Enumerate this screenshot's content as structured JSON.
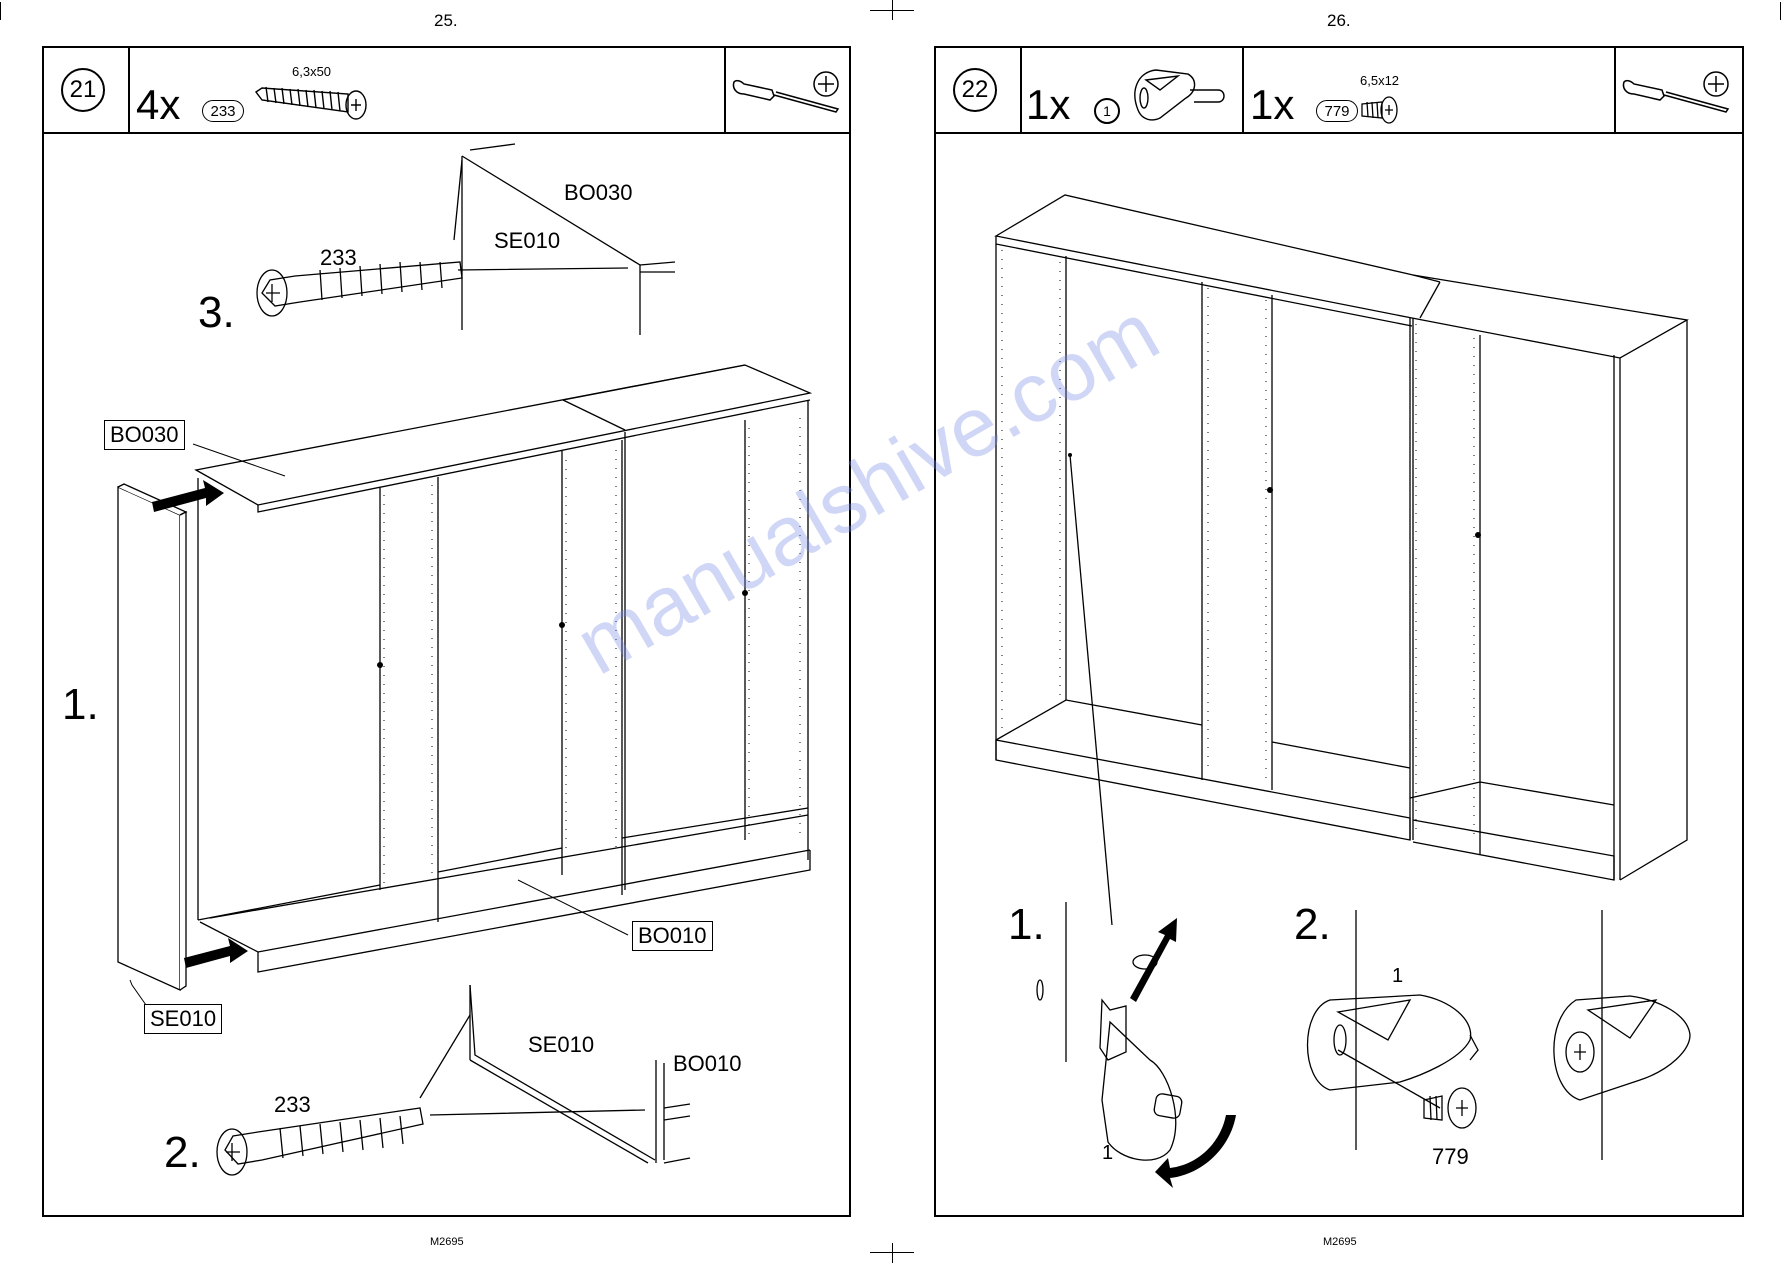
{
  "left_page": {
    "page_number": "25.",
    "footer": "M2695",
    "step": "21",
    "parts": [
      {
        "qty": "4x",
        "part_no": "233",
        "size": "6,3x50",
        "icon": "screw-icon"
      }
    ],
    "tool_icon": "screwdriver-phillips-icon",
    "labels": {
      "bo030_top": "BO030",
      "se010_top": "SE010",
      "screw_top": "233",
      "step3": "3.",
      "bo030_box": "BO030",
      "step1": "1.",
      "bo010_box": "BO010",
      "se010_box": "SE010",
      "se010_bottom": "SE010",
      "bo010_bottom": "BO010",
      "screw_bottom": "233",
      "step2": "2."
    }
  },
  "right_page": {
    "page_number": "26.",
    "footer": "M2695",
    "step": "22",
    "parts": [
      {
        "qty": "1x",
        "part_no": "1",
        "icon": "shelf-support-icon"
      },
      {
        "qty": "1x",
        "part_no": "779",
        "size": "6,5x12",
        "icon": "screw-icon"
      }
    ],
    "tool_icon": "screwdriver-phillips-icon",
    "labels": {
      "step1": "1.",
      "step2": "2.",
      "part1_a": "1",
      "part1_b": "1",
      "screw": "779"
    }
  }
}
